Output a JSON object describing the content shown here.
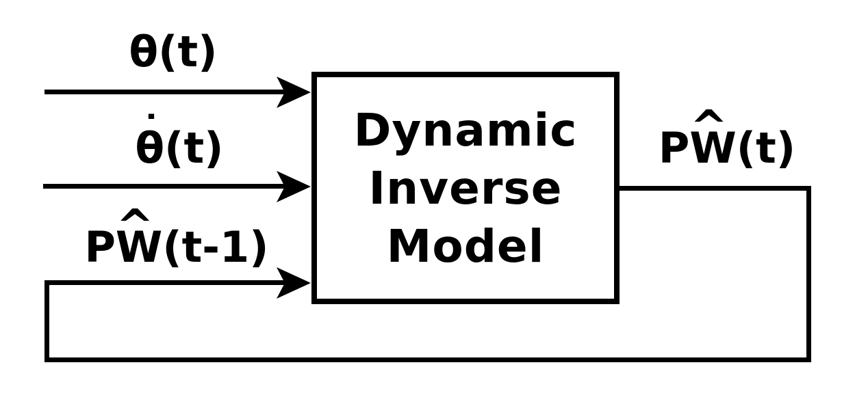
{
  "diagram": {
    "title": "Dynamic Inverse Model block diagram with feedback",
    "colors": {
      "ink": "#000000",
      "background": "#ffffff"
    },
    "block": {
      "title_lines": [
        "Dynamic",
        "Inverse",
        "Model"
      ]
    },
    "inputs": [
      {
        "label": "θ(t)",
        "base": "θ(t)",
        "accent": ""
      },
      {
        "label": "θ̇(t)",
        "base": "θ(t)",
        "accent": "˙"
      },
      {
        "label": "P̂W(t-1)",
        "base": "PW(t-1)",
        "accent": "^"
      }
    ],
    "output": {
      "label": "P̂W(t)",
      "base": "PW(t)",
      "accent": "^"
    }
  }
}
